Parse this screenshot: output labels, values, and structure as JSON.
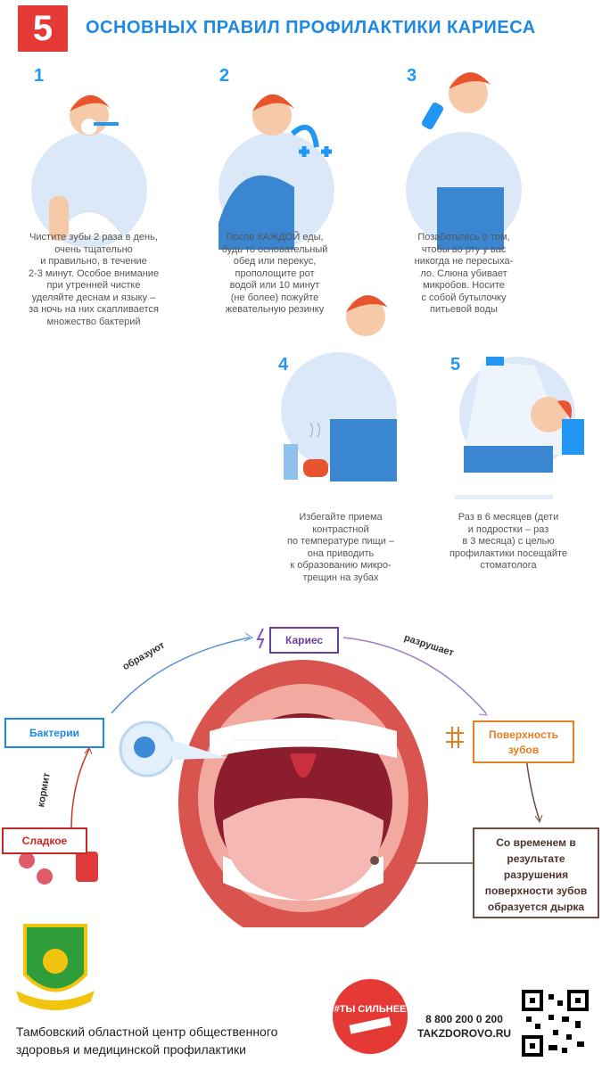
{
  "header": {
    "badge": "5",
    "title": "ОСНОВНЫХ ПРАВИЛ ПРОФИЛАКТИКИ КАРИЕСА"
  },
  "rules": [
    {
      "num": "1",
      "text": "Чистите зубы 2 раза в день,\nочень тщательно\nи правильно, в течение\n2-3 минут. Особое внимание\nпри утренней чистке\nуделяйте деснам и языку –\nза ночь на них скапливается\nмножество бактерий"
    },
    {
      "num": "2",
      "text": "После КАЖДОЙ еды,\nбудь то основательный\nобед или перекус,\nпрополощите рот\nводой или 10 минут\n(не более) пожуйте\nжевательную резинку"
    },
    {
      "num": "3",
      "text": "Позаботьтесь о том,\nчтобы во рту у вас\nникогда не пересыха-\nло. Слюна убивает\nмикробов. Носите\nс собой бутылочку\nпитьевой воды"
    },
    {
      "num": "4",
      "text": "Избегайте приема\nконтрастной\nпо температуре пищи –\nона приводить\nк образованию микро-\nтрещин на зубах"
    },
    {
      "num": "5",
      "text": "Раз в 6 месяцев (дети\nи подростки – раз\nв 3 месяца) с целью\nпрофилактики посещайте\nстоматолога"
    }
  ],
  "diagram": {
    "caries": "Кариес",
    "bacteria": "Бактерии",
    "sweet": "Сладкое",
    "surface": "Поверхность\nзубов",
    "result": "Со временем в\nрезультате\nразрушения\nповерхности зубов\nобразуется дырка",
    "label_form": "образуют",
    "label_destroy": "разрушает",
    "label_feed": "кормит",
    "colors": {
      "caries": "#6a3fa0",
      "bacteria": "#1e88e5",
      "sweet": "#c62828",
      "surface": "#e67e22",
      "result": "#6d4c41"
    }
  },
  "footer": {
    "org": "Тамбовский областной центр общественного\nздоровья и медицинской профилактики",
    "logo_text": "#ТЫ СИЛЬНЕЕ",
    "phone": "8 800 200 0 200",
    "site": "TAKZDOROVO.RU"
  }
}
